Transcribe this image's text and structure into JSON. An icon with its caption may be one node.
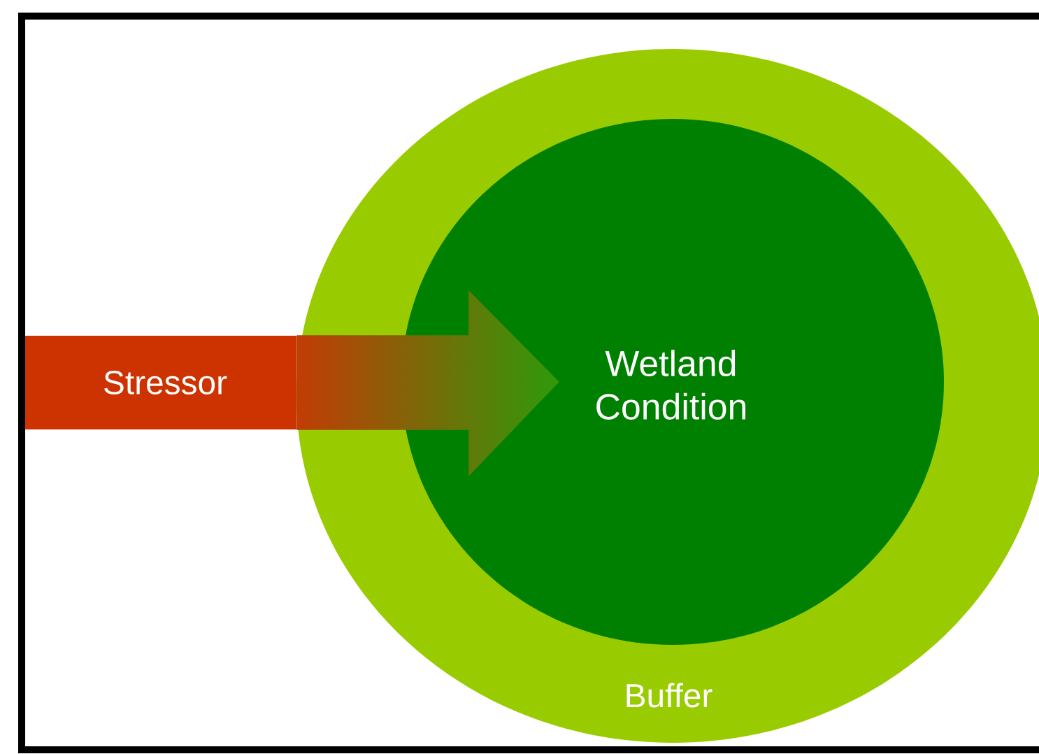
{
  "diagram": {
    "nodes": [
      {
        "text": [
          "Buffer"
        ]
      },
      {
        "text": [
          "Wetland Condition"
        ],
        "in": 0
      },
      {
        "text": [
          "Stressor"
        ]
      }
    ],
    "edges": [
      {
        "from": 2,
        "to": 1,
        "arrow": "to"
      }
    ]
  }
}
